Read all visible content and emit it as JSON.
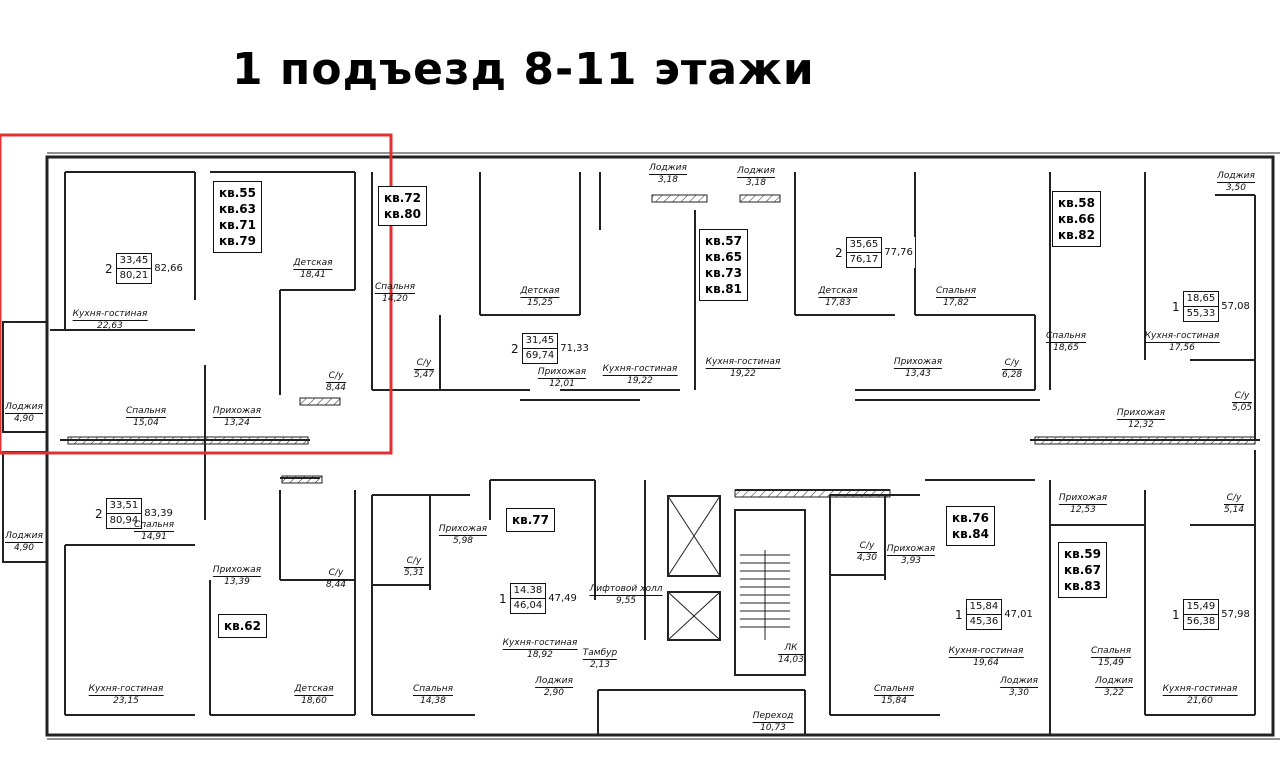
{
  "title": "1 подъезд 8-11 этажи",
  "colors": {
    "highlight": "#e03030",
    "walls": "#222222"
  },
  "apartment_groups": [
    {
      "id": "g1",
      "lines": [
        "кв.55",
        "кв.63",
        "кв.71",
        "кв.79"
      ]
    },
    {
      "id": "g2",
      "lines": [
        "кв.72",
        "кв.80"
      ]
    },
    {
      "id": "g3",
      "lines": [
        "кв.57",
        "кв.65",
        "кв.73",
        "кв.81"
      ]
    },
    {
      "id": "g4",
      "lines": [
        "кв.58",
        "кв.66",
        "кв.82"
      ]
    },
    {
      "id": "g5",
      "lines": [
        "кв.77"
      ]
    },
    {
      "id": "g6",
      "lines": [
        "кв.62"
      ]
    },
    {
      "id": "g7",
      "lines": [
        "кв.76",
        "кв.84"
      ]
    },
    {
      "id": "g8",
      "lines": [
        "кв.59",
        "кв.67",
        "кв.83"
      ]
    }
  ],
  "area_boxes": [
    {
      "rooms": "2",
      "living": "33,45",
      "total": "80,21",
      "total_loggia": "82,66"
    },
    {
      "rooms": "2",
      "living": "31,45",
      "total": "69,74",
      "total_loggia": "71,33"
    },
    {
      "rooms": "2",
      "living": "35,65",
      "total": "76,17",
      "total_loggia": "77,76"
    },
    {
      "rooms": "1",
      "living": "18,65",
      "total": "55,33",
      "total_loggia": "57,08"
    },
    {
      "rooms": "2",
      "living": "33,51",
      "total": "80,94",
      "total_loggia": "83,39"
    },
    {
      "rooms": "1",
      "living": "14.38",
      "total": "46,04",
      "total_loggia": "47,49"
    },
    {
      "rooms": "1",
      "living": "15,84",
      "total": "45,36",
      "total_loggia": "47,01"
    },
    {
      "rooms": "1",
      "living": "15,49",
      "total": "56,38",
      "total_loggia": "57,98"
    }
  ],
  "rooms": [
    {
      "name": "Лоджия",
      "area": "3,18"
    },
    {
      "name": "Лоджия",
      "area": "3,18"
    },
    {
      "name": "Лоджия",
      "area": "3,50"
    },
    {
      "name": "Детская",
      "area": "18,41"
    },
    {
      "name": "Спальня",
      "area": "14,20"
    },
    {
      "name": "Детская",
      "area": "15,25"
    },
    {
      "name": "Детская",
      "area": "17,83"
    },
    {
      "name": "Спальня",
      "area": "17,82"
    },
    {
      "name": "Кухня-гостиная",
      "area": "22,63"
    },
    {
      "name": "Спальня",
      "area": "18,65"
    },
    {
      "name": "Кухня-гостиная",
      "area": "17,56"
    },
    {
      "name": "С/у",
      "area": "8,44"
    },
    {
      "name": "С/у",
      "area": "5,47"
    },
    {
      "name": "Прихожая",
      "area": "12,01"
    },
    {
      "name": "Кухня-гостиная",
      "area": "19,22"
    },
    {
      "name": "Кухня-гостиная",
      "area": "19,22"
    },
    {
      "name": "Прихожая",
      "area": "13,43"
    },
    {
      "name": "С/у",
      "area": "6,28"
    },
    {
      "name": "Лоджия",
      "area": "4,90"
    },
    {
      "name": "Спальня",
      "area": "15,04"
    },
    {
      "name": "Прихожая",
      "area": "13,24"
    },
    {
      "name": "С/у",
      "area": "5,05"
    },
    {
      "name": "Прихожая",
      "area": "12,32"
    },
    {
      "name": "Спальня",
      "area": "14,91"
    },
    {
      "name": "Лоджия",
      "area": "4,90"
    },
    {
      "name": "Прихожая",
      "area": "5,98"
    },
    {
      "name": "Прихожая",
      "area": "12,53"
    },
    {
      "name": "С/у",
      "area": "5,14"
    },
    {
      "name": "Прихожая",
      "area": "13,39"
    },
    {
      "name": "С/у",
      "area": "8,44"
    },
    {
      "name": "С/у",
      "area": "5,31"
    },
    {
      "name": "Лифтовой холл",
      "area": "9,55"
    },
    {
      "name": "С/у",
      "area": "4,30"
    },
    {
      "name": "Прихожая",
      "area": "3,93"
    },
    {
      "name": "Кухня-гостиная",
      "area": "18,92"
    },
    {
      "name": "Тамбур",
      "area": "2,13"
    },
    {
      "name": "ЛК",
      "area": "14,03"
    },
    {
      "name": "Кухня-гостиная",
      "area": "19,64"
    },
    {
      "name": "Спальня",
      "area": "15,49"
    },
    {
      "name": "Кухня-гостиная",
      "area": "23,15"
    },
    {
      "name": "Детская",
      "area": "18,60"
    },
    {
      "name": "Спальня",
      "area": "14,38"
    },
    {
      "name": "Лоджия",
      "area": "2,90"
    },
    {
      "name": "Спальня",
      "area": "15,84"
    },
    {
      "name": "Лоджия",
      "area": "3,30"
    },
    {
      "name": "Лоджия",
      "area": "3,22"
    },
    {
      "name": "Кухня-гостиная",
      "area": "21,60"
    },
    {
      "name": "Переход",
      "area": "10,73"
    }
  ]
}
